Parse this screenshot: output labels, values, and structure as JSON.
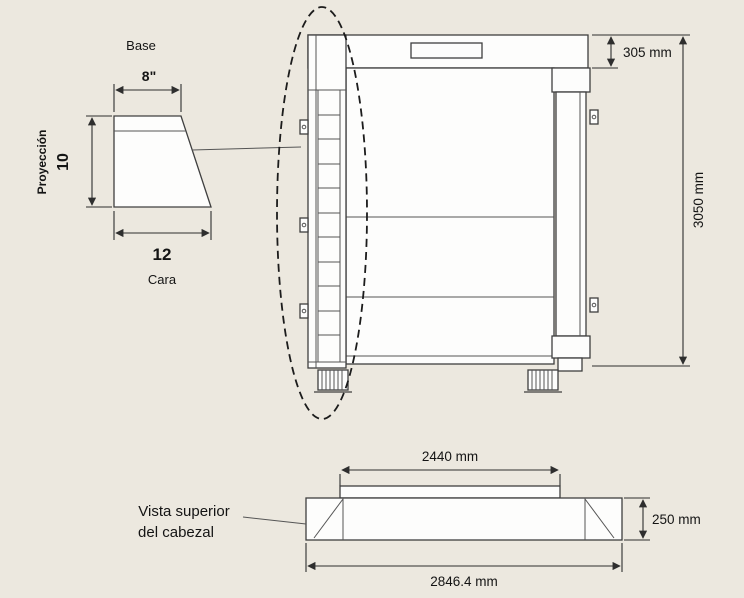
{
  "colors": {
    "background": "#ece8df",
    "line": "#3f3f3f",
    "text": "#141414"
  },
  "detail_view": {
    "base_label": "Base",
    "base_dimension": "8\"",
    "projection_label": "Proyección",
    "projection_value": "10",
    "face_value": "12",
    "face_label": "Cara"
  },
  "front_view": {
    "header_height": "305 mm",
    "total_height": "3050 mm"
  },
  "top_view": {
    "caption_line1": "Vista superior",
    "caption_line2": "del cabezal",
    "opening_width": "2440 mm",
    "head_depth": "250 mm",
    "overall_width": "2846.4 mm"
  }
}
